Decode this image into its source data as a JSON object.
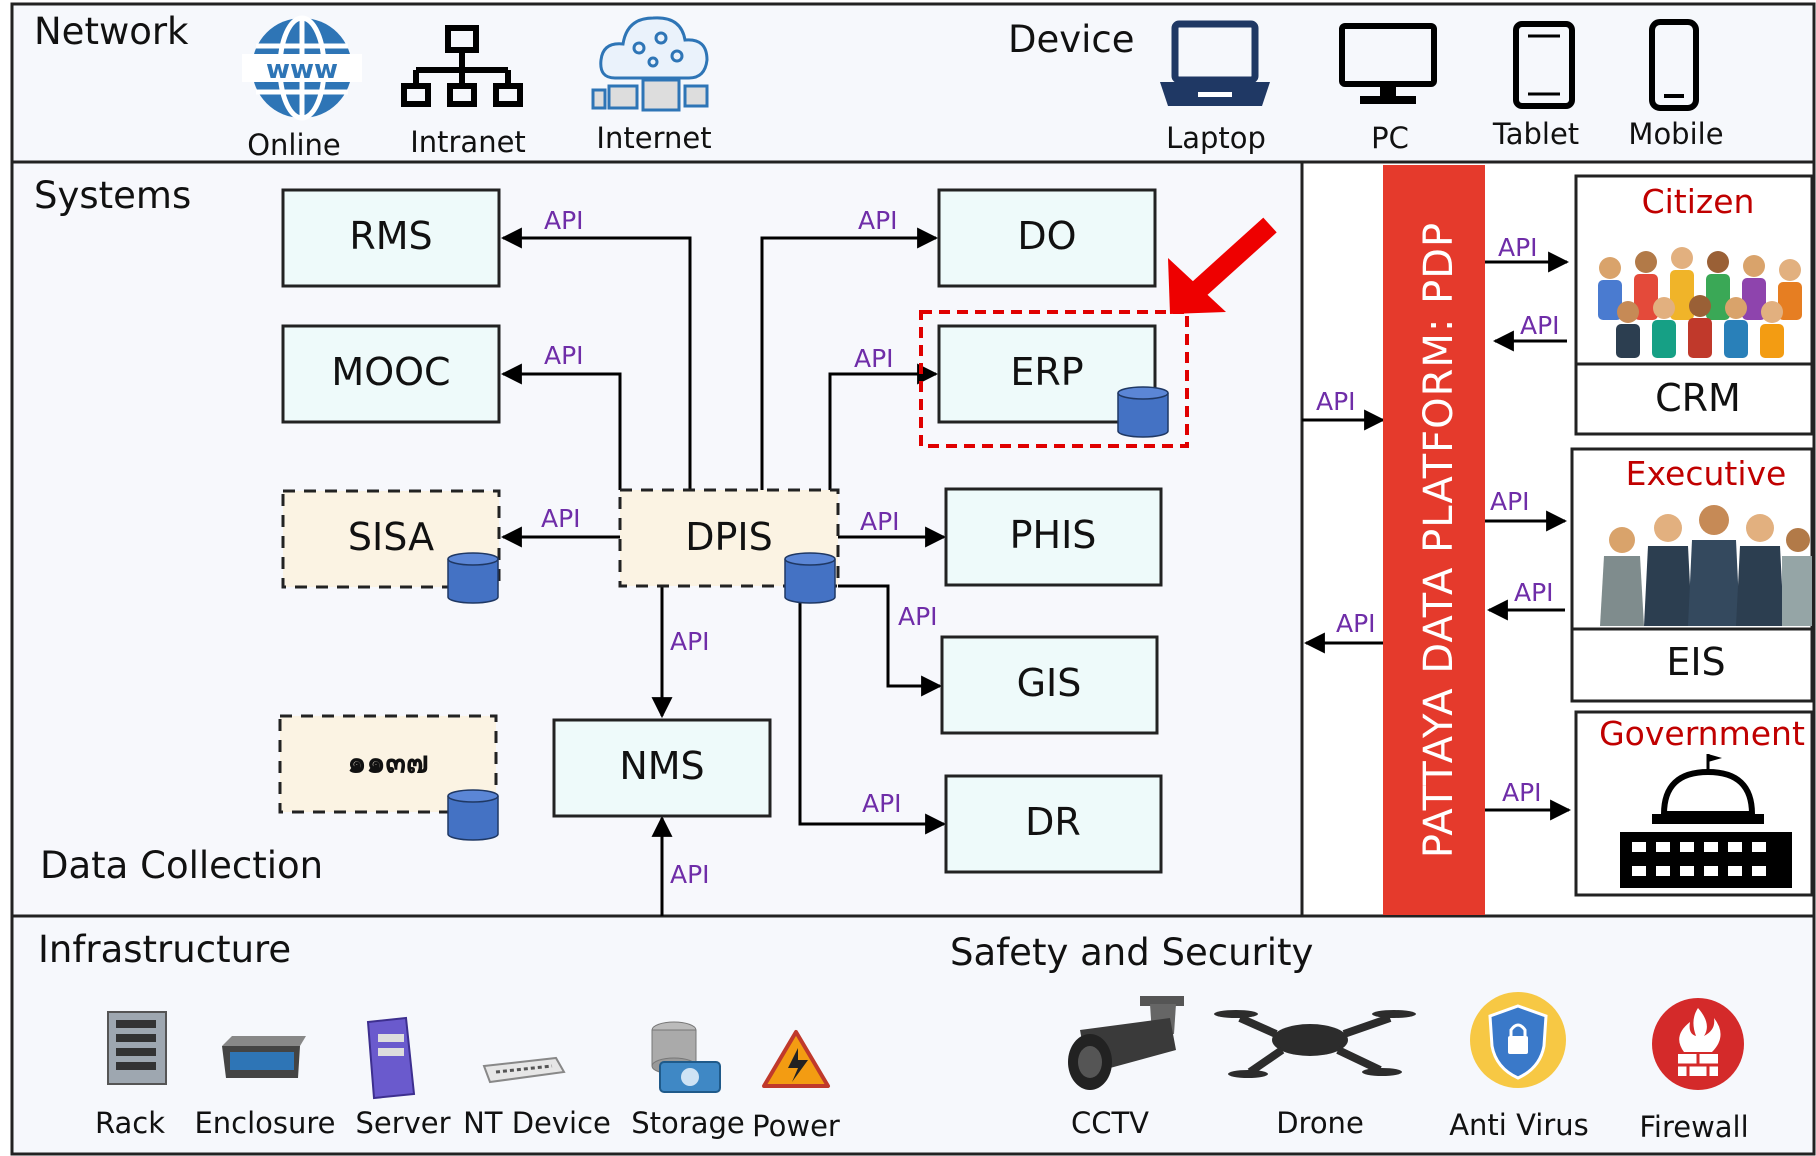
{
  "sections": {
    "network": "Network",
    "device": "Device",
    "systems": "Systems",
    "data_collection": "Data Collection",
    "infrastructure": "Infrastructure",
    "safety": "Safety and Security"
  },
  "network_items": [
    {
      "label": "Online",
      "icon": "globe-www-icon"
    },
    {
      "label": "Intranet",
      "icon": "network-tree-icon"
    },
    {
      "label": "Internet",
      "icon": "cloud-devices-icon"
    }
  ],
  "device_items": [
    {
      "label": "Laptop",
      "icon": "laptop-icon"
    },
    {
      "label": "PC",
      "icon": "monitor-icon"
    },
    {
      "label": "Tablet",
      "icon": "tablet-icon"
    },
    {
      "label": "Mobile",
      "icon": "mobile-icon"
    }
  ],
  "systems": {
    "rms": "RMS",
    "mooc": "MOOC",
    "sisa": "SISA",
    "thai": "๑๑๓๗",
    "dpis": "DPIS",
    "nms": "NMS",
    "do": "DO",
    "erp": "ERP",
    "phis": "PHIS",
    "gis": "GIS",
    "dr": "DR"
  },
  "api_label": "API",
  "platform": "PATTAYA DATA PLATFORM: PDP",
  "groups": {
    "citizen": "Citizen",
    "crm": "CRM",
    "executive": "Executive",
    "eis": "EIS",
    "government": "Government"
  },
  "infra_items": [
    {
      "label": "Rack",
      "icon": "rack-icon"
    },
    {
      "label": "Enclosure",
      "icon": "enclosure-icon"
    },
    {
      "label": "Server",
      "icon": "server-icon"
    },
    {
      "label": "NT Device",
      "icon": "switch-icon"
    },
    {
      "label": "Storage",
      "icon": "storage-icon"
    },
    {
      "label": "Power",
      "icon": "power-warning-icon"
    }
  ],
  "safety_items": [
    {
      "label": "CCTV",
      "icon": "cctv-camera-icon"
    },
    {
      "label": "Drone",
      "icon": "drone-icon"
    },
    {
      "label": "Anti Virus",
      "icon": "shield-lock-icon"
    },
    {
      "label": "Firewall",
      "icon": "firewall-icon"
    }
  ],
  "colors": {
    "section_bg": "#f6f8fc",
    "box_fill": "#eefafa",
    "dashed_fill": "#fbf3e3",
    "db_blue": "#4472c4",
    "platform_red": "#e53a2c",
    "highlight_red": "#e00000",
    "api_purple": "#6f2da8",
    "group_title": "#c00000"
  }
}
